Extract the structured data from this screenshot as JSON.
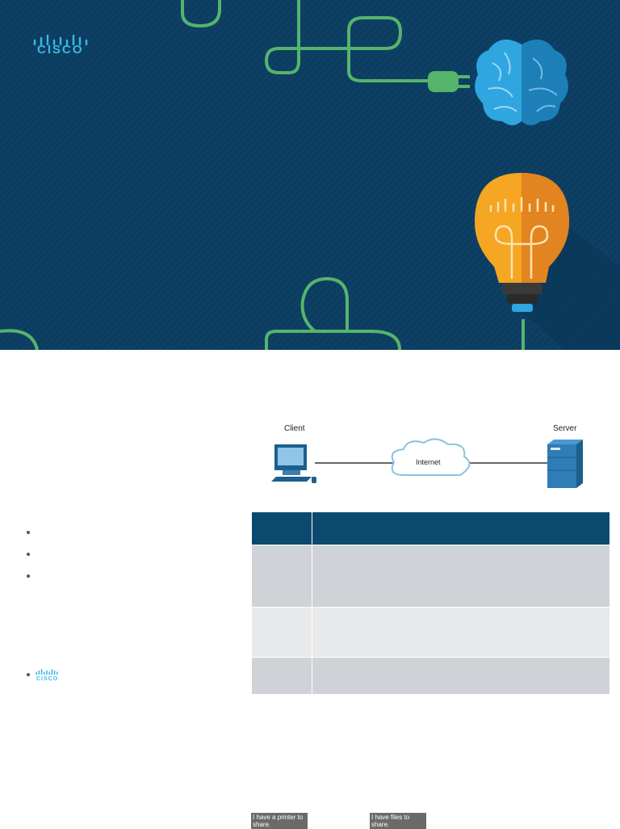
{
  "brand": {
    "name": "CISCO"
  },
  "banner": {
    "colors": {
      "background": "#0c3d61",
      "wire": "#56b46a",
      "brain_left": "#2fa6e0",
      "brain_right": "#1d7fb8",
      "bulb": "#f5a623"
    }
  },
  "diagram": {
    "client_label": "Client",
    "server_label": "Server",
    "cloud_label": "Internet"
  },
  "notes": {
    "printer_note": "I have a printer to share.",
    "files_note": "I have files to share."
  }
}
